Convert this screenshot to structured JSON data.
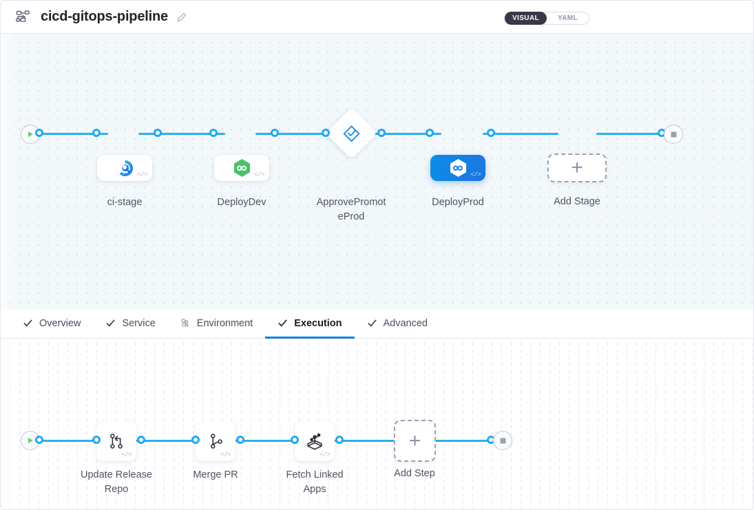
{
  "header": {
    "icon": "pipeline-icon",
    "title": "cicd-gitops-pipeline",
    "edit_icon": "pencil-icon",
    "view_toggle": {
      "options": [
        "VISUAL",
        "YAML"
      ],
      "active": "VISUAL"
    }
  },
  "tabs": [
    {
      "label": "Overview",
      "icon": "check-icon",
      "active": false
    },
    {
      "label": "Service",
      "icon": "check-icon",
      "active": false
    },
    {
      "label": "Environment",
      "icon": "cluster-icon",
      "active": false
    },
    {
      "label": "Execution",
      "icon": "check-icon",
      "active": true
    },
    {
      "label": "Advanced",
      "icon": "check-icon",
      "active": false
    }
  ],
  "stage_graph": {
    "start_icon": "play-icon",
    "end_icon": "stop-icon",
    "nodes": [
      {
        "label": "ci-stage",
        "icon": "ci-build-icon",
        "shape": "card",
        "selected": false,
        "code_badge": "</>"
      },
      {
        "label": "DeployDev",
        "icon": "gitops-hex-icon",
        "shape": "card",
        "selected": false,
        "code_badge": "</>"
      },
      {
        "label": "ApprovePromotePro",
        "label_line1": "ApprovePromot",
        "label_line2": "eProd",
        "icon": "approval-diamond-icon",
        "shape": "diamond",
        "selected": false,
        "code_badge": ""
      },
      {
        "label": "DeployProd",
        "icon": "gitops-hex-icon",
        "shape": "card",
        "selected": true,
        "code_badge": "</>"
      },
      {
        "label": "Add Stage",
        "icon": "plus-icon",
        "shape": "dashed",
        "selected": false,
        "code_badge": ""
      }
    ]
  },
  "step_graph": {
    "start_icon": "play-icon",
    "end_icon": "stop-icon",
    "nodes": [
      {
        "label_line1": "Update Release",
        "label_line2": "Repo",
        "icon": "git-merge-icon",
        "shape": "card",
        "code_badge": "</>"
      },
      {
        "label_line1": "Merge PR",
        "label_line2": "",
        "icon": "git-branch-icon",
        "shape": "card",
        "code_badge": "</>"
      },
      {
        "label_line1": "Fetch Linked",
        "label_line2": "Apps",
        "icon": "cube-node-icon",
        "shape": "card",
        "code_badge": "</>"
      },
      {
        "label_line1": "Add Step",
        "label_line2": "",
        "icon": "plus-icon",
        "shape": "dashed",
        "code_badge": ""
      }
    ]
  },
  "colors": {
    "accent_blue": "#27b0ef",
    "selected_blue": "#0b8ee8",
    "tab_active": "#0a7ee0",
    "canvas_bg": "#f3f8fb",
    "toggle_active_bg": "#383946",
    "deploy_green": "#4ac26b",
    "start_green": "#5fd07a"
  }
}
